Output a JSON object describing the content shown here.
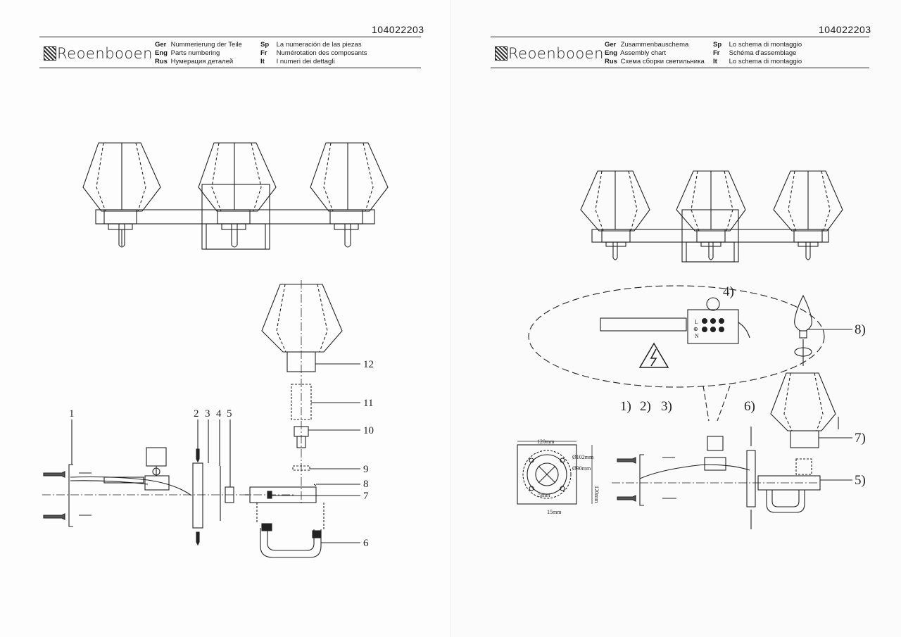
{
  "left_page": {
    "product_code": "104022203",
    "brand": "Reoenbooen",
    "titles": [
      {
        "lang": "Ger",
        "text": "Nummerierung der Teile"
      },
      {
        "lang": "Eng",
        "text": "Parts numbering"
      },
      {
        "lang": "Rus",
        "text": "Нумерация деталей"
      },
      {
        "lang": "Sp",
        "text": "La numeración de las piezas"
      },
      {
        "lang": "Fr",
        "text": "Numérotation des composants"
      },
      {
        "lang": "It",
        "text": "I numeri dei dettagli"
      }
    ],
    "part_labels": [
      "1",
      "2",
      "3",
      "4",
      "5",
      "6",
      "7",
      "8",
      "9",
      "10",
      "11",
      "12"
    ]
  },
  "right_page": {
    "product_code": "104022203",
    "brand": "Reoenbooen",
    "titles": [
      {
        "lang": "Ger",
        "text": "Zusammenbauschema"
      },
      {
        "lang": "Eng",
        "text": "Assembly chart"
      },
      {
        "lang": "Rus",
        "text": "Схема сборки светильника"
      },
      {
        "lang": "Sp",
        "text": "Lo schema di montaggio"
      },
      {
        "lang": "Fr",
        "text": "Schéma d'assemblage"
      },
      {
        "lang": "It",
        "text": "Lo schema di montaggio"
      }
    ],
    "step_labels": [
      "1)",
      "2)",
      "3)",
      "4)",
      "5)",
      "6)",
      "7)",
      "8)"
    ],
    "terminal_labels": [
      "L",
      "⊕",
      "N"
    ],
    "plate_dimensions": {
      "width": "120mm",
      "height": "120mm",
      "outer_diameter": "Ø102mm",
      "inner_diameter": "Ø90mm",
      "hole": "5mm",
      "offset": "15mm"
    }
  },
  "colors": {
    "ink": "#222222",
    "paper": "#fdfdfd"
  }
}
